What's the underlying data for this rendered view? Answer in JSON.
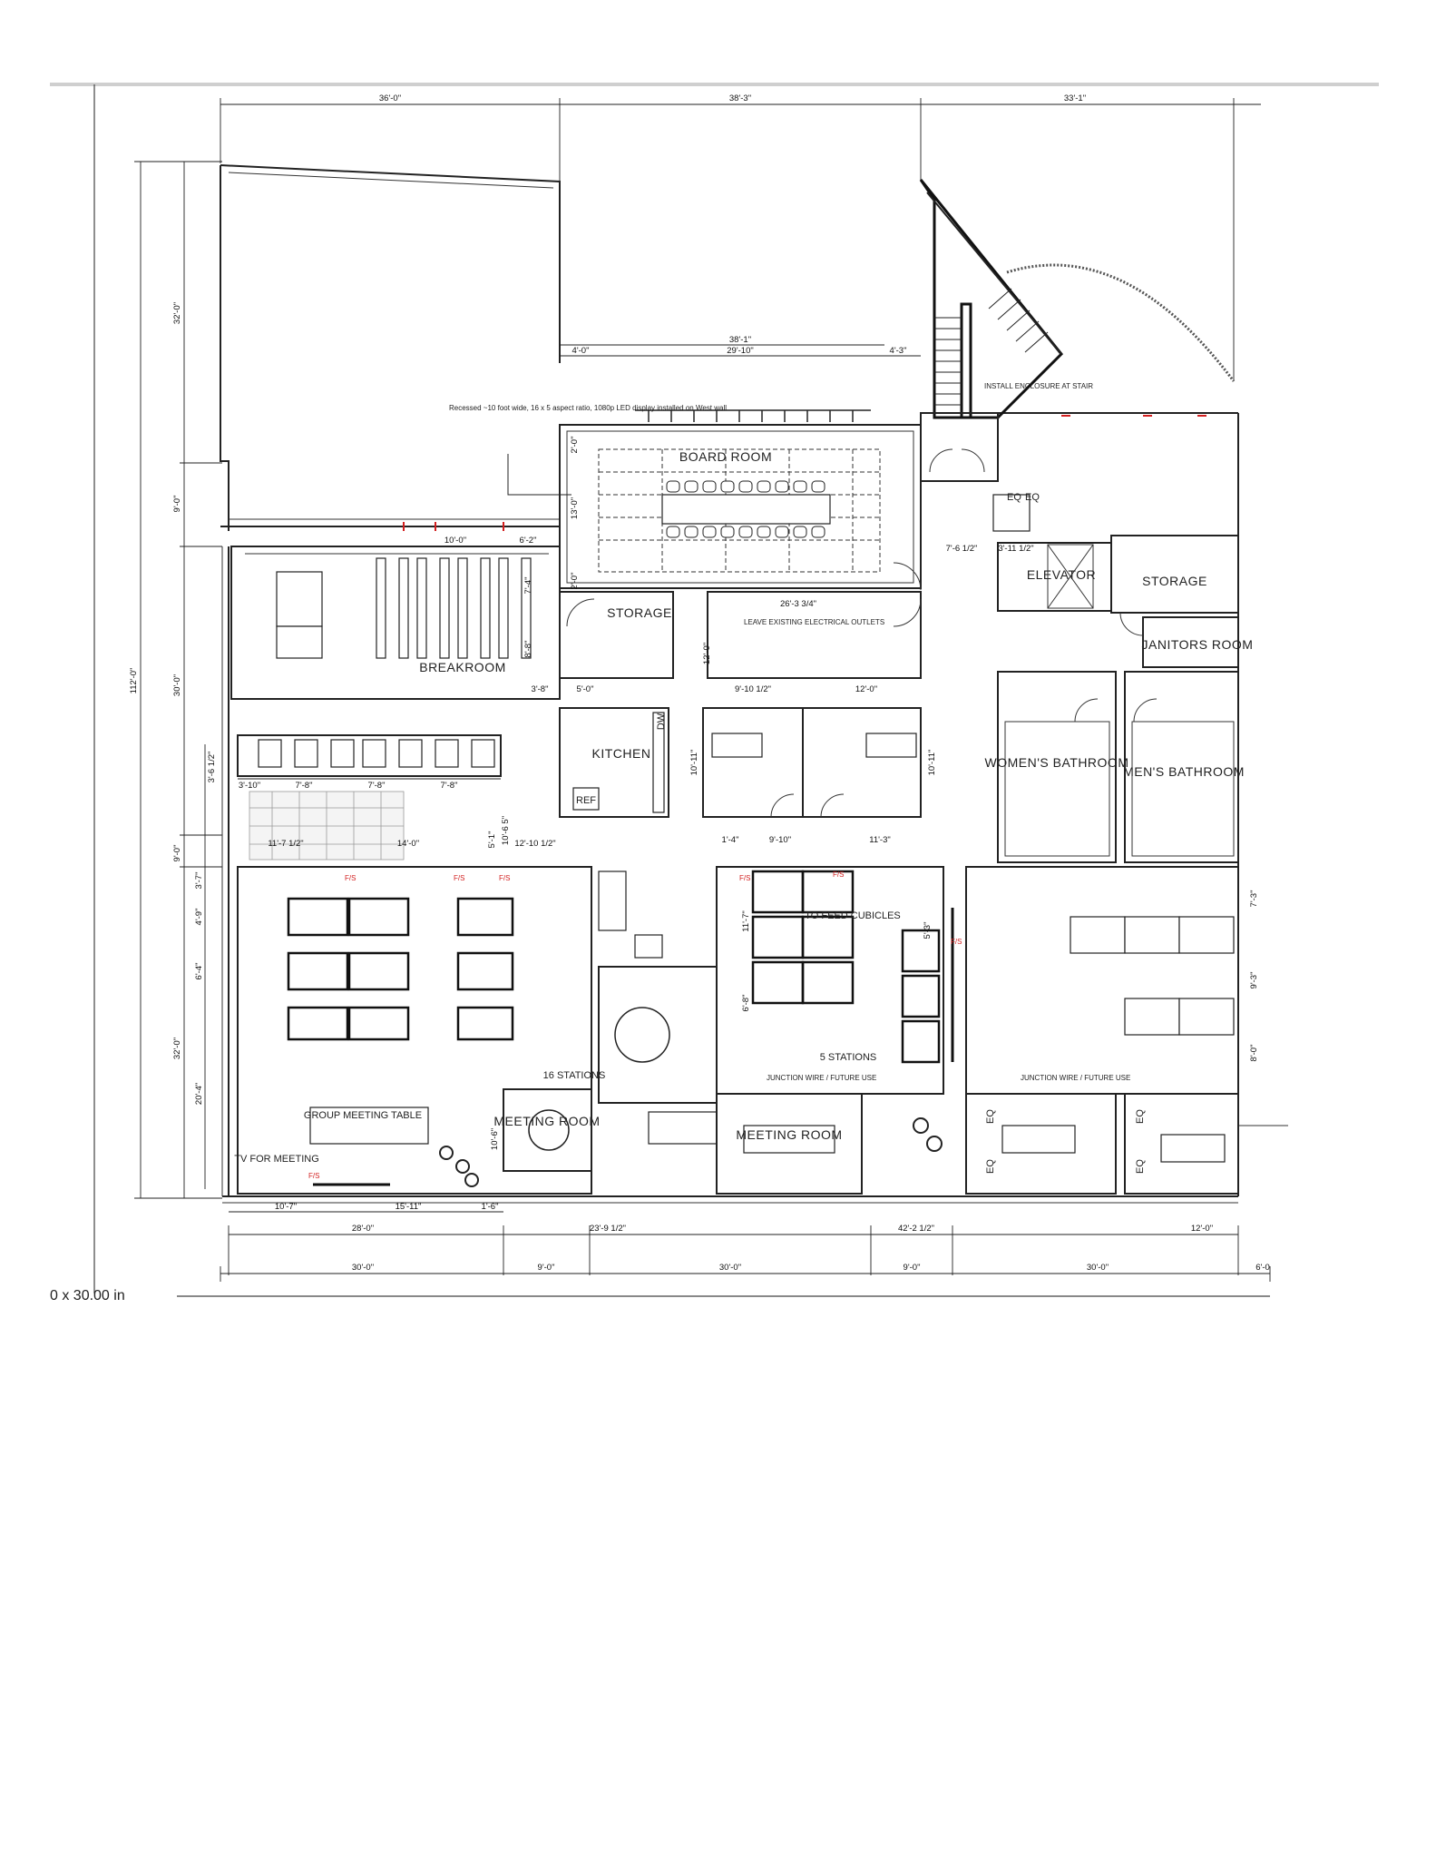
{
  "scale_label": "0 x 30.00 in",
  "top_dims": [
    "36'-0\"",
    "38'-3\"",
    "33'-1\""
  ],
  "board_dims": {
    "total": "38'-1\"",
    "left": "4'-0\"",
    "mid": "29'-10\"",
    "right": "4'-3\""
  },
  "left_dims": [
    "112'-0\"",
    "32'-0\"",
    "9'-0\"",
    "30'-0\"",
    "9'-0\"",
    "32'-0\""
  ],
  "left_sub_dims": [
    "3'-6 1/2\"",
    "3'-7\"",
    "4'-9\"",
    "6'-4\"",
    "20'-4\""
  ],
  "bottom_dims_row1": [
    "10'-7\"",
    "15'-11\"",
    "1'-6\""
  ],
  "bottom_dims_row2": [
    "28'-0\"",
    "23'-9 1/2\"",
    "42'-2 1/2\"",
    "12'-0\""
  ],
  "bottom_dims_row3": [
    "30'-0\"",
    "9'-0\"",
    "30'-0\"",
    "9'-0\"",
    "30'-0\"",
    "6'-0"
  ],
  "rooms": {
    "board_room": "BOARD ROOM",
    "storage_mid": "STORAGE",
    "breakroom": "BREAKROOM",
    "kitchen": "KITCHEN",
    "ref": "REF",
    "dw": "DW",
    "elevator": "ELEVATOR",
    "storage_right": "STORAGE",
    "janitors": "JANITORS ROOM",
    "womens": "WOMEN'S BATHROOM",
    "mens": "MEN'S BATHROOM",
    "meeting_left": "MEETING ROOM",
    "meeting_mid": "MEETING ROOM",
    "group_table": "GROUP MEETING TABLE",
    "tv_meeting": "TV FOR MEETING"
  },
  "notes": {
    "led_display": "Recessed ~10 foot wide, 16 x 5 aspect ratio, 1080p LED display installed on West wall",
    "stations16": "16 STATIONS",
    "stations5": "5 STATIONS",
    "feed_cubicles": "TO FEED CUBICLES",
    "leave_outlets": "LEAVE EXISTING ELECTRICAL OUTLETS",
    "future_use": "JUNCTION WIRE / FUTURE USE",
    "stair_note": "INSTALL ENCLOSURE AT STAIR",
    "fs": "F/S",
    "eq": "EQ"
  },
  "inner_dims": {
    "d10_0": "10'-0\"",
    "d6_2": "6'-2\"",
    "d26_3": "26'-3 3/4\"",
    "d7_6": "7'-6 1/2\"",
    "d3_11": "3'-11 1/2\"",
    "d3_8": "3'-8\"",
    "d5_0": "5'-0\"",
    "d9_10h": "9'-10 1/2\"",
    "d12_0": "12'-0\"",
    "d12_0v": "12'-0\"",
    "d10_11a": "10'-11\"",
    "d10_11b": "10'-11\"",
    "d3_10": "3'-10\"",
    "d7_8a": "7'-8\"",
    "d7_8b": "7'-8\"",
    "d7_8c": "7'-8\"",
    "d11_7": "11'-7 1/2\"",
    "d14_0": "14'-0\"",
    "d5_1": "5'-1\"",
    "d12_10": "12'-10 1/2\"",
    "d10_66": "10'-6 5\"",
    "d1_4": "1'-4\"",
    "d9_10": "9'-10\"",
    "d11_3": "11'-3\"",
    "d11_7v": "11'-7\"",
    "d6_8": "6'-8\"",
    "d5_3": "5'-3\"",
    "d10_6": "10'-6\"",
    "d7_3": "7'-3\"",
    "d9_3": "9'-3\"",
    "d8_0": "8'-0\"",
    "d13_0": "13'-0\"",
    "d2_0a": "2'-0\"",
    "d2_0b": "2'-0\"",
    "d7_4": "7'-4\"",
    "d8_8": "8'-8\""
  },
  "colors": {
    "line": "#222222",
    "fire_marker": "#d21f1f",
    "background": "#ffffff"
  }
}
